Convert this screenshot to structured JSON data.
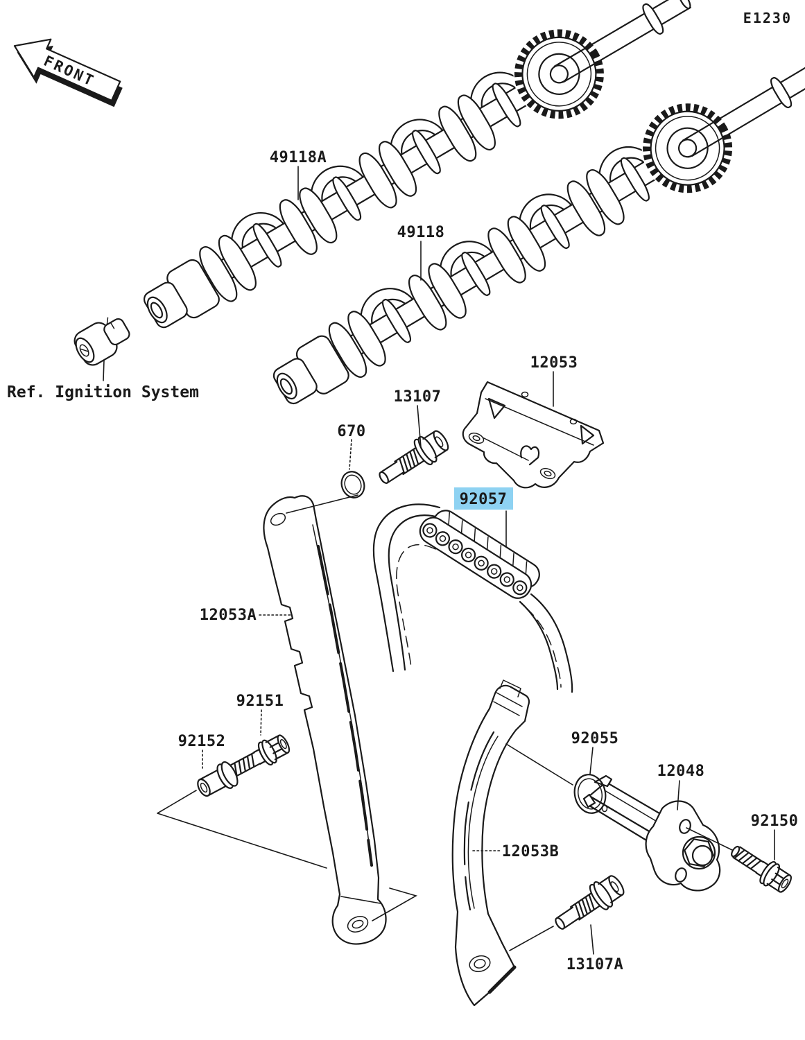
{
  "page": {
    "code": "E1230",
    "background": "#ffffff"
  },
  "colors": {
    "line": "#1a1a1a",
    "highlight_bg": "#8ed2f2",
    "highlight_text": "#1d5d80"
  },
  "front_marker": {
    "label": "FRONT"
  },
  "reference_note": "Ref. Ignition System",
  "highlighted_part": "92057",
  "labels": {
    "code": "E1230",
    "front": "FRONT",
    "ref_ignition": "Ref. Ignition System",
    "p49118a": "49118A",
    "p49118": "49118",
    "p13107": "13107",
    "p670": "670",
    "p12053": "12053",
    "p92057": "92057",
    "p12053a": "12053A",
    "p92151": "92151",
    "p92152": "92152",
    "p92055": "92055",
    "p12048": "12048",
    "p92150": "92150",
    "p12053b": "12053B",
    "p13107a": "13107A"
  },
  "parts": [
    {
      "number": "49118A"
    },
    {
      "number": "49118"
    },
    {
      "number": "13107"
    },
    {
      "number": "670"
    },
    {
      "number": "12053"
    },
    {
      "number": "92057",
      "highlighted": true
    },
    {
      "number": "12053A"
    },
    {
      "number": "92151"
    },
    {
      "number": "92152"
    },
    {
      "number": "92055"
    },
    {
      "number": "12048"
    },
    {
      "number": "92150"
    },
    {
      "number": "12053B"
    },
    {
      "number": "13107A"
    }
  ]
}
